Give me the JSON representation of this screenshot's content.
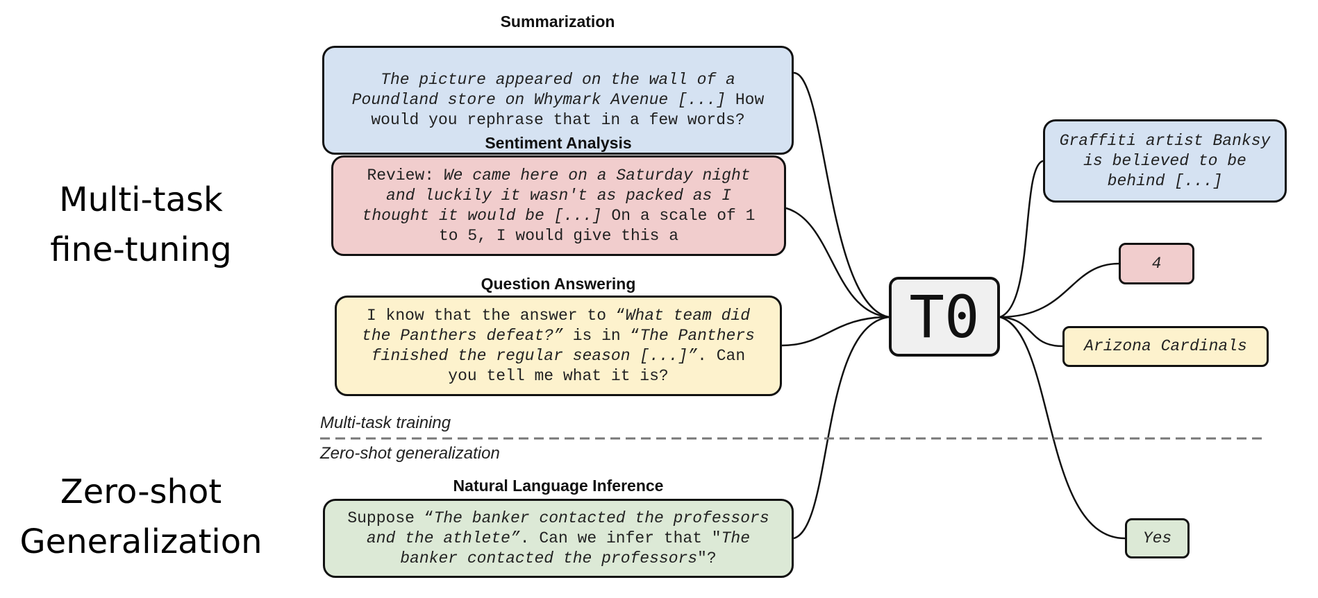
{
  "side_labels": {
    "finetune": [
      "Multi-task",
      "fine-tuning"
    ],
    "zeroshot": [
      "Zero-shot",
      "Generalization"
    ]
  },
  "model": "T0",
  "section_notes": {
    "train": "Multi-task training",
    "zero": "Zero-shot generalization"
  },
  "tasks": [
    {
      "title": "Summarization",
      "color": "#d5e2f2",
      "lines": [
        [
          {
            "t": "The picture appeared on the wall of a",
            "i": true
          }
        ],
        [
          {
            "t": "Poundland store on Whymark Avenue [...]",
            "i": true
          },
          {
            "t": " How",
            "i": false
          }
        ],
        [
          {
            "t": "would you rephrase that in a few words?",
            "i": false
          }
        ]
      ]
    },
    {
      "title": "Sentiment Analysis",
      "color": "#f1cdcd",
      "lines": [
        [
          {
            "t": "Review: ",
            "i": false
          },
          {
            "t": "We came here on a Saturday night",
            "i": true
          }
        ],
        [
          {
            "t": "and luckily it wasn't as packed as I",
            "i": true
          }
        ],
        [
          {
            "t": "thought it would be [...]",
            "i": true
          },
          {
            "t": " On a scale of 1",
            "i": false
          }
        ],
        [
          {
            "t": "to 5, I would give this a",
            "i": false
          }
        ]
      ]
    },
    {
      "title": "Question Answering",
      "color": "#fdf2cd",
      "lines": [
        [
          {
            "t": "I know that the answer to “",
            "i": false
          },
          {
            "t": "What team did",
            "i": true
          }
        ],
        [
          {
            "t": "the Panthers defeat?”",
            "i": true
          },
          {
            "t": " is in “",
            "i": false
          },
          {
            "t": "The Panthers",
            "i": true
          }
        ],
        [
          {
            "t": "finished the regular season [...]”",
            "i": true
          },
          {
            "t": ". Can",
            "i": false
          }
        ],
        [
          {
            "t": "you tell me what it is?",
            "i": false
          }
        ]
      ]
    },
    {
      "title": "Natural Language Inference",
      "color": "#dce9d6",
      "lines": [
        [
          {
            "t": "Suppose “",
            "i": false
          },
          {
            "t": "The banker contacted the professors",
            "i": true
          }
        ],
        [
          {
            "t": "and the athlete”",
            "i": true
          },
          {
            "t": ". Can we infer that \"",
            "i": false
          },
          {
            "t": "The",
            "i": true
          }
        ],
        [
          {
            "t": "banker contacted the professors",
            "i": true
          },
          {
            "t": "\"?",
            "i": false
          }
        ]
      ]
    }
  ],
  "outputs": [
    {
      "lines": [
        "Graffiti artist Banksy",
        "is believed to be",
        "behind [...]"
      ]
    },
    {
      "lines": [
        "4"
      ]
    },
    {
      "lines": [
        "Arizona Cardinals"
      ]
    },
    {
      "lines": [
        "Yes"
      ]
    }
  ]
}
